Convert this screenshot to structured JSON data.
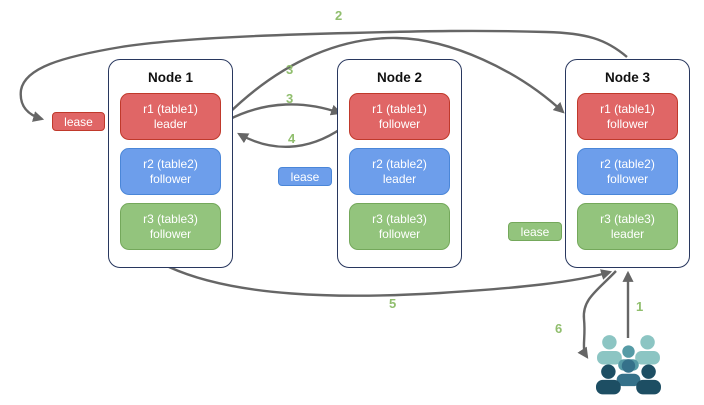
{
  "diagram": {
    "nodes": [
      {
        "title": "Node 1",
        "replicas": [
          {
            "line1": "r1 (table1)",
            "line2": "leader",
            "color": "red"
          },
          {
            "line1": "r2 (table2)",
            "line2": "follower",
            "color": "blue"
          },
          {
            "line1": "r3 (table3)",
            "line2": "follower",
            "color": "green"
          }
        ]
      },
      {
        "title": "Node 2",
        "replicas": [
          {
            "line1": "r1 (table1)",
            "line2": "follower",
            "color": "red"
          },
          {
            "line1": "r2 (table2)",
            "line2": "leader",
            "color": "blue"
          },
          {
            "line1": "r3 (table3)",
            "line2": "follower",
            "color": "green"
          }
        ]
      },
      {
        "title": "Node 3",
        "replicas": [
          {
            "line1": "r1 (table1)",
            "line2": "follower",
            "color": "red"
          },
          {
            "line1": "r2 (table2)",
            "line2": "follower",
            "color": "blue"
          },
          {
            "line1": "r3 (table3)",
            "line2": "leader",
            "color": "green"
          }
        ]
      }
    ],
    "leases": [
      {
        "label": "lease",
        "color": "red"
      },
      {
        "label": "lease",
        "color": "blue"
      },
      {
        "label": "lease",
        "color": "green"
      }
    ],
    "step_labels": {
      "1": "1",
      "2": "2",
      "3a": "3",
      "3b": "3",
      "4": "4",
      "5": "5",
      "6": "6"
    },
    "icons": {
      "users": "users-group-icon"
    }
  },
  "colors": {
    "replica_red": "#e06666",
    "replica_red_border": "#c0392b",
    "replica_blue": "#6d9eeb",
    "replica_blue_border": "#4a86d8",
    "replica_green": "#93c47d",
    "replica_green_border": "#74a85b",
    "node_border": "#28375e",
    "arrow": "#666666",
    "step_label": "#90be6d",
    "users_light": "#8cc5c3",
    "users_mid": "#569ba6",
    "users_slate": "#35718a",
    "users_dark": "#1d4e63"
  }
}
